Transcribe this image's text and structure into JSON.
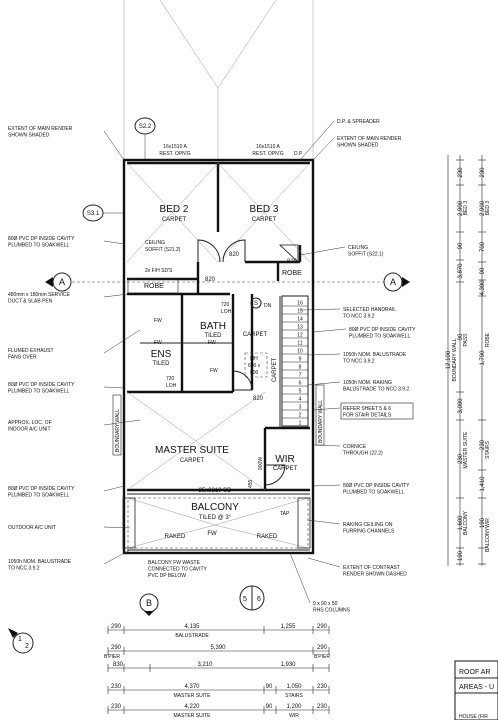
{
  "plan": {
    "grid_refs": {
      "s22": "S2.2",
      "s31": "S3.1",
      "a": "A",
      "b": "B",
      "sec5": "5",
      "sec6": "6",
      "sec1": "1",
      "sec2": "2",
      "stair_s": "S"
    },
    "openings": {
      "left": "16x1510 A\nREST. OPN'G",
      "right": "16x1510 A\nREST. OPN'G",
      "dp": "D.P"
    },
    "rooms": {
      "bed2": "BED 2",
      "bed2_floor": "CARPET",
      "bed3": "BED 3",
      "bed3_floor": "CARPET",
      "bath": "BATH",
      "bath_floor": "TILED",
      "ens": "ENS",
      "ens_floor": "TILED",
      "master": "MASTER SUITE",
      "master_floor": "CARPET",
      "wir": "WIR",
      "wir_floor": "CARPET",
      "balcony": "BALCONY",
      "balcony_floor": "TILED @ 3°",
      "robe_left": "ROBE",
      "robe_right": "ROBE",
      "hall_floor": "CARPET",
      "stair_floor": "CARPET"
    },
    "labels": {
      "ceiling_soffit_left": "CEILING\nSOFFIT (S21.2)",
      "ceiling_soffit_right": "CEILING\nSOFFIT (S22.1)",
      "fh_sds": "2x F/H SD'S",
      "door_820_a": "820",
      "door_820_b": "820",
      "door_820_c": "820",
      "door_820_d": "820",
      "loh_720_a": "720\nLOH",
      "loh_720_b": "720\nLOH",
      "dn": "DN",
      "mh": "MH\n600 x\n600",
      "fw1": "FW",
      "fw2": "FW",
      "fw3": "FW",
      "fw4": "FW",
      "boundary_wall_left": "BOUNDARY WALL",
      "boundary_wall_right": "BOUNDARY WALL",
      "w900": "900W",
      "d455": "455",
      "sliding_door": "25x3210 SD",
      "tap": "TAP",
      "raked_left": "RAKED",
      "raked_right": "RAKED",
      "fw_balcony": "FW",
      "stair_numbers": [
        "16",
        "15",
        "14",
        "13",
        "12",
        "11",
        "10",
        "9",
        "8",
        "7",
        "6",
        "5",
        "4",
        "3",
        "2",
        "1"
      ]
    },
    "notes_left": [
      "EXTENT OF MAIN RENDER\nSHOWN SHADED",
      "80Ø PVC DP INSIDE CAVITY\nPLUMBED TO SOAKWELL",
      "480mm x 180mm  SERVICE\nDUCT & SLAB PEN",
      "FLUMED EXHAUST\nFANS OVER",
      "80Ø PVC DP INSIDE CAVITY\nPLUMBED TO SOAKWELL",
      "APPROX. LOC. OF\nINDOOR A/C UNIT",
      "80Ø PVC DP INSIDE CAVITY\nPLUMBED TO SOAKWELL",
      "OUTDOOR A/C UNIT",
      "1050h NOM. BALUSTRADE\nTO NCC 3.9.2",
      "BALCONY FW WASTE\nCONNECTED TO CAVITY\nPVC DP BELOW"
    ],
    "notes_right": [
      "D.P. & SPREADER",
      "EXTENT OF MAIN RENDER\nSHOWN SHADED",
      "CEILING\nSOFFIT (S22.1)",
      "SELECTED HANDRAIL\nTO NCC 3.9.2",
      "80Ø PVC DP INSIDE CAVITY\nPLUMBED TO SOAKWELL",
      "1050h NOM. BALUSTRADE\nTO NCC 3.9.2",
      "1050h NOM. RAKING\nBALUSTRADE TO NCC 3.9.2",
      "REFER SHEET 5 & 6\nFOR STAIR DETAILS",
      "CORNICE\nTHROUGH (22.2)",
      "80Ø PVC DP INSIDE CAVITY\nPLUMBED TO SOAKWELL",
      "RAKING CEILING ON\nFURRING CHANNELS",
      "EXTENT OF CONTRAST\nRENDER SHOWN DASHED",
      "9 x 90 x 50\nRHS COLUMNS"
    ],
    "dims_bottom": [
      {
        "a": "290",
        "b": "4,135",
        "c": "1,255",
        "d": "290",
        "label": "BALUSTRADE"
      },
      {
        "a": "290",
        "b": "5,390",
        "d": "290",
        "label_a": "B'PIER",
        "label_d": "B'PIER"
      },
      {
        "a": "830",
        "b": "3,210",
        "c": "1,930"
      },
      {
        "a": "230",
        "b": "4,370",
        "c": "90",
        "d": "1,050",
        "e": "230",
        "label_b": "MASTER SUITE",
        "label_d": "STAIRS"
      },
      {
        "a": "230",
        "b": "4,220",
        "c": "90",
        "d": "1,200",
        "e": "230",
        "label_b": "MASTER SUITE",
        "label_d": "WIR"
      }
    ],
    "dims_right": {
      "col1": [
        "230",
        "2,900",
        "90",
        "3,870",
        "90",
        "3,090",
        "230",
        "1,600",
        "190"
      ],
      "col1_labels": [
        "BED 3",
        "PASS",
        "MASTER SUITE",
        "BALCONY"
      ],
      "col2": [
        "230",
        "2,900",
        "700",
        "90",
        "4,380",
        "1,790",
        "230",
        "1,410",
        "190"
      ],
      "col2_labels": [
        "BED 3",
        "ROBE",
        "STAIRS",
        "WIR",
        "BALCONY"
      ],
      "total": "12,100",
      "boundary": "BOUNDARY WALL"
    },
    "title_block": {
      "line1": "ROOF AR",
      "line2": "AREAS - U",
      "line3": "HOUSE (FIR"
    }
  }
}
